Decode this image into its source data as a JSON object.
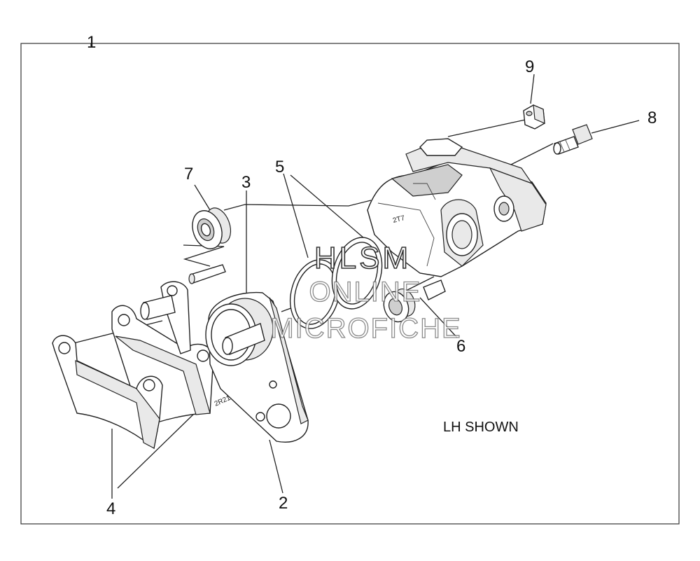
{
  "callouts": {
    "c1": "1",
    "c2": "2",
    "c3": "3",
    "c4": "4",
    "c5": "5",
    "c6": "6",
    "c7": "7",
    "c8": "8",
    "c9": "9"
  },
  "note": "LH SHOWN",
  "watermark": {
    "line1": "HLSM",
    "line2": "ONLINE",
    "line3": "MICROFICHE"
  },
  "stamps": {
    "caliper": "2T7",
    "bracket": "2R21"
  }
}
